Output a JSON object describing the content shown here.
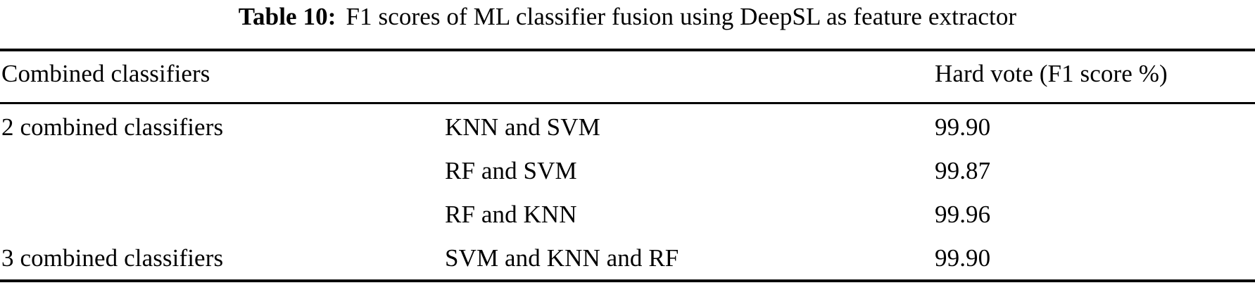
{
  "caption": {
    "label": "Table 10:",
    "text": "F1 scores of ML classifier fusion using DeepSL as feature extractor"
  },
  "table": {
    "columns": [
      {
        "key": "group",
        "header": "Combined classifiers"
      },
      {
        "key": "pair",
        "header": ""
      },
      {
        "key": "value",
        "header": "Hard vote (F1 score %)"
      }
    ],
    "rows": [
      {
        "group": "2 combined classifiers",
        "pair": "KNN and SVM",
        "value": "99.90"
      },
      {
        "group": "",
        "pair": "RF and SVM",
        "value": "99.87"
      },
      {
        "group": "",
        "pair": "RF and KNN",
        "value": "99.96"
      },
      {
        "group": "3 combined classifiers",
        "pair": "SVM and KNN and RF",
        "value": "99.90"
      }
    ]
  },
  "style": {
    "rule_color": "#000000",
    "text_color": "#000000",
    "background": "#ffffff"
  }
}
